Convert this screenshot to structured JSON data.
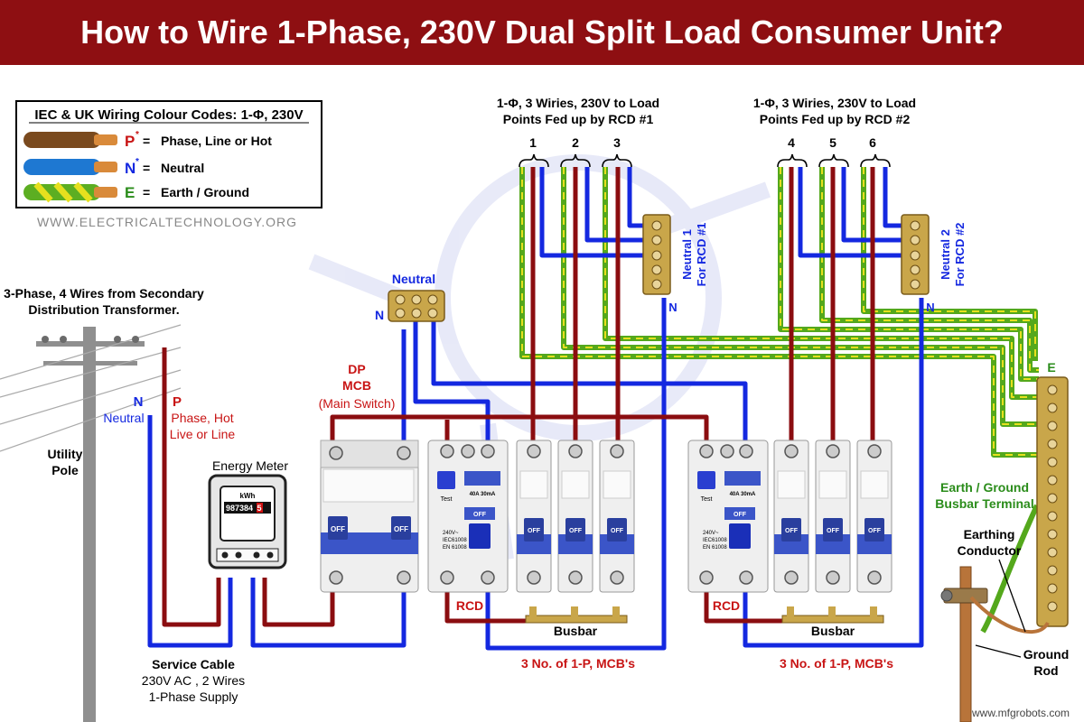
{
  "title": "How to Wire 1-Phase, 230V Dual Split Load Consumer Unit?",
  "colors": {
    "title_bg": "#8e0f12",
    "phase": "#8b0d10",
    "neutral": "#1428e0",
    "earth_green": "#54a81c",
    "earth_yellow": "#e6e01e",
    "label_red": "#c81414",
    "label_blue": "#1428e0",
    "label_green": "#2a8c1a"
  },
  "legend": {
    "heading": "IEC & UK Wiring Colour Codes: 1-Φ, 230V",
    "rows": [
      {
        "symbol": "P",
        "star": "*",
        "eq": "=",
        "desc": "Phase, Line or  Hot",
        "color": "#c81414",
        "icon": "brown-wire-icon"
      },
      {
        "symbol": "N",
        "star": "*",
        "eq": "=",
        "desc": "Neutral",
        "color": "#1428e0",
        "icon": "blue-wire-icon"
      },
      {
        "symbol": "E",
        "star": "",
        "eq": "=",
        "desc": "Earth / Ground",
        "color": "#2a8c1a",
        "icon": "green-yellow-wire-icon"
      }
    ]
  },
  "website": "WWW.ELECTRICALTECHNOLOGY.ORG",
  "watermark": "www.mfgrobots.com",
  "transformer": {
    "line1": "3-Phase, 4 Wires from Secondary",
    "line2": "Distribution Transformer."
  },
  "utility_pole": {
    "line1": "Utility",
    "line2": "Pole"
  },
  "supply_labels": {
    "n_letter": "N",
    "n_text": "Neutral",
    "p_letter": "P",
    "p_line1": "Phase, Hot",
    "p_line2": "Live or Line"
  },
  "energy_meter": {
    "label": "Energy Meter",
    "unit": "kWh",
    "digits": "987384",
    "last_digit": "5"
  },
  "service_cable": {
    "line1": "Service Cable",
    "line2": "230V AC , 2 Wires",
    "line3": "1-Phase Supply"
  },
  "dp_mcb": {
    "line1": "DP",
    "line2": "MCB",
    "line3": "(Main Switch)"
  },
  "neutral_main": {
    "label": "Neutral",
    "letter": "N"
  },
  "rcd_group1": {
    "top_line1": "1-Φ, 3 Wiries, 230V to Load",
    "top_line2": "Points Fed up by RCD #1",
    "circuits": [
      "1",
      "2",
      "3"
    ],
    "neutral_label1": "Neutral 1",
    "neutral_label2": "For RCD #1",
    "n_letter": "N",
    "rcd_label": "RCD",
    "busbar_label": "Busbar",
    "mcb_label": "3 No. of 1-P, MCB's"
  },
  "rcd_group2": {
    "top_line1": "1-Φ, 3 Wiries, 230V to Load",
    "top_line2": "Points Fed up by RCD #2",
    "circuits": [
      "4",
      "5",
      "6"
    ],
    "neutral_label1": "Neutral 2",
    "neutral_label2": "For RCD #2",
    "n_letter": "N",
    "rcd_label": "RCD",
    "busbar_label": "Busbar",
    "mcb_label": "3 No. of 1-P, MCB's"
  },
  "earth": {
    "letter": "E",
    "busbar_line1": "Earth / Ground",
    "busbar_line2": "Busbar Terminal",
    "conductor_line1": "Earthing",
    "conductor_line2": "Conductor",
    "rod_line1": "Ground",
    "rod_line2": "Rod"
  },
  "device_text": {
    "off": "OFF",
    "test": "Test",
    "rcd_spec1": "240V~",
    "rcd_spec2": "IEC61008",
    "rcd_spec3": "EN 61008",
    "rcd_rating": "40A 30mA"
  }
}
